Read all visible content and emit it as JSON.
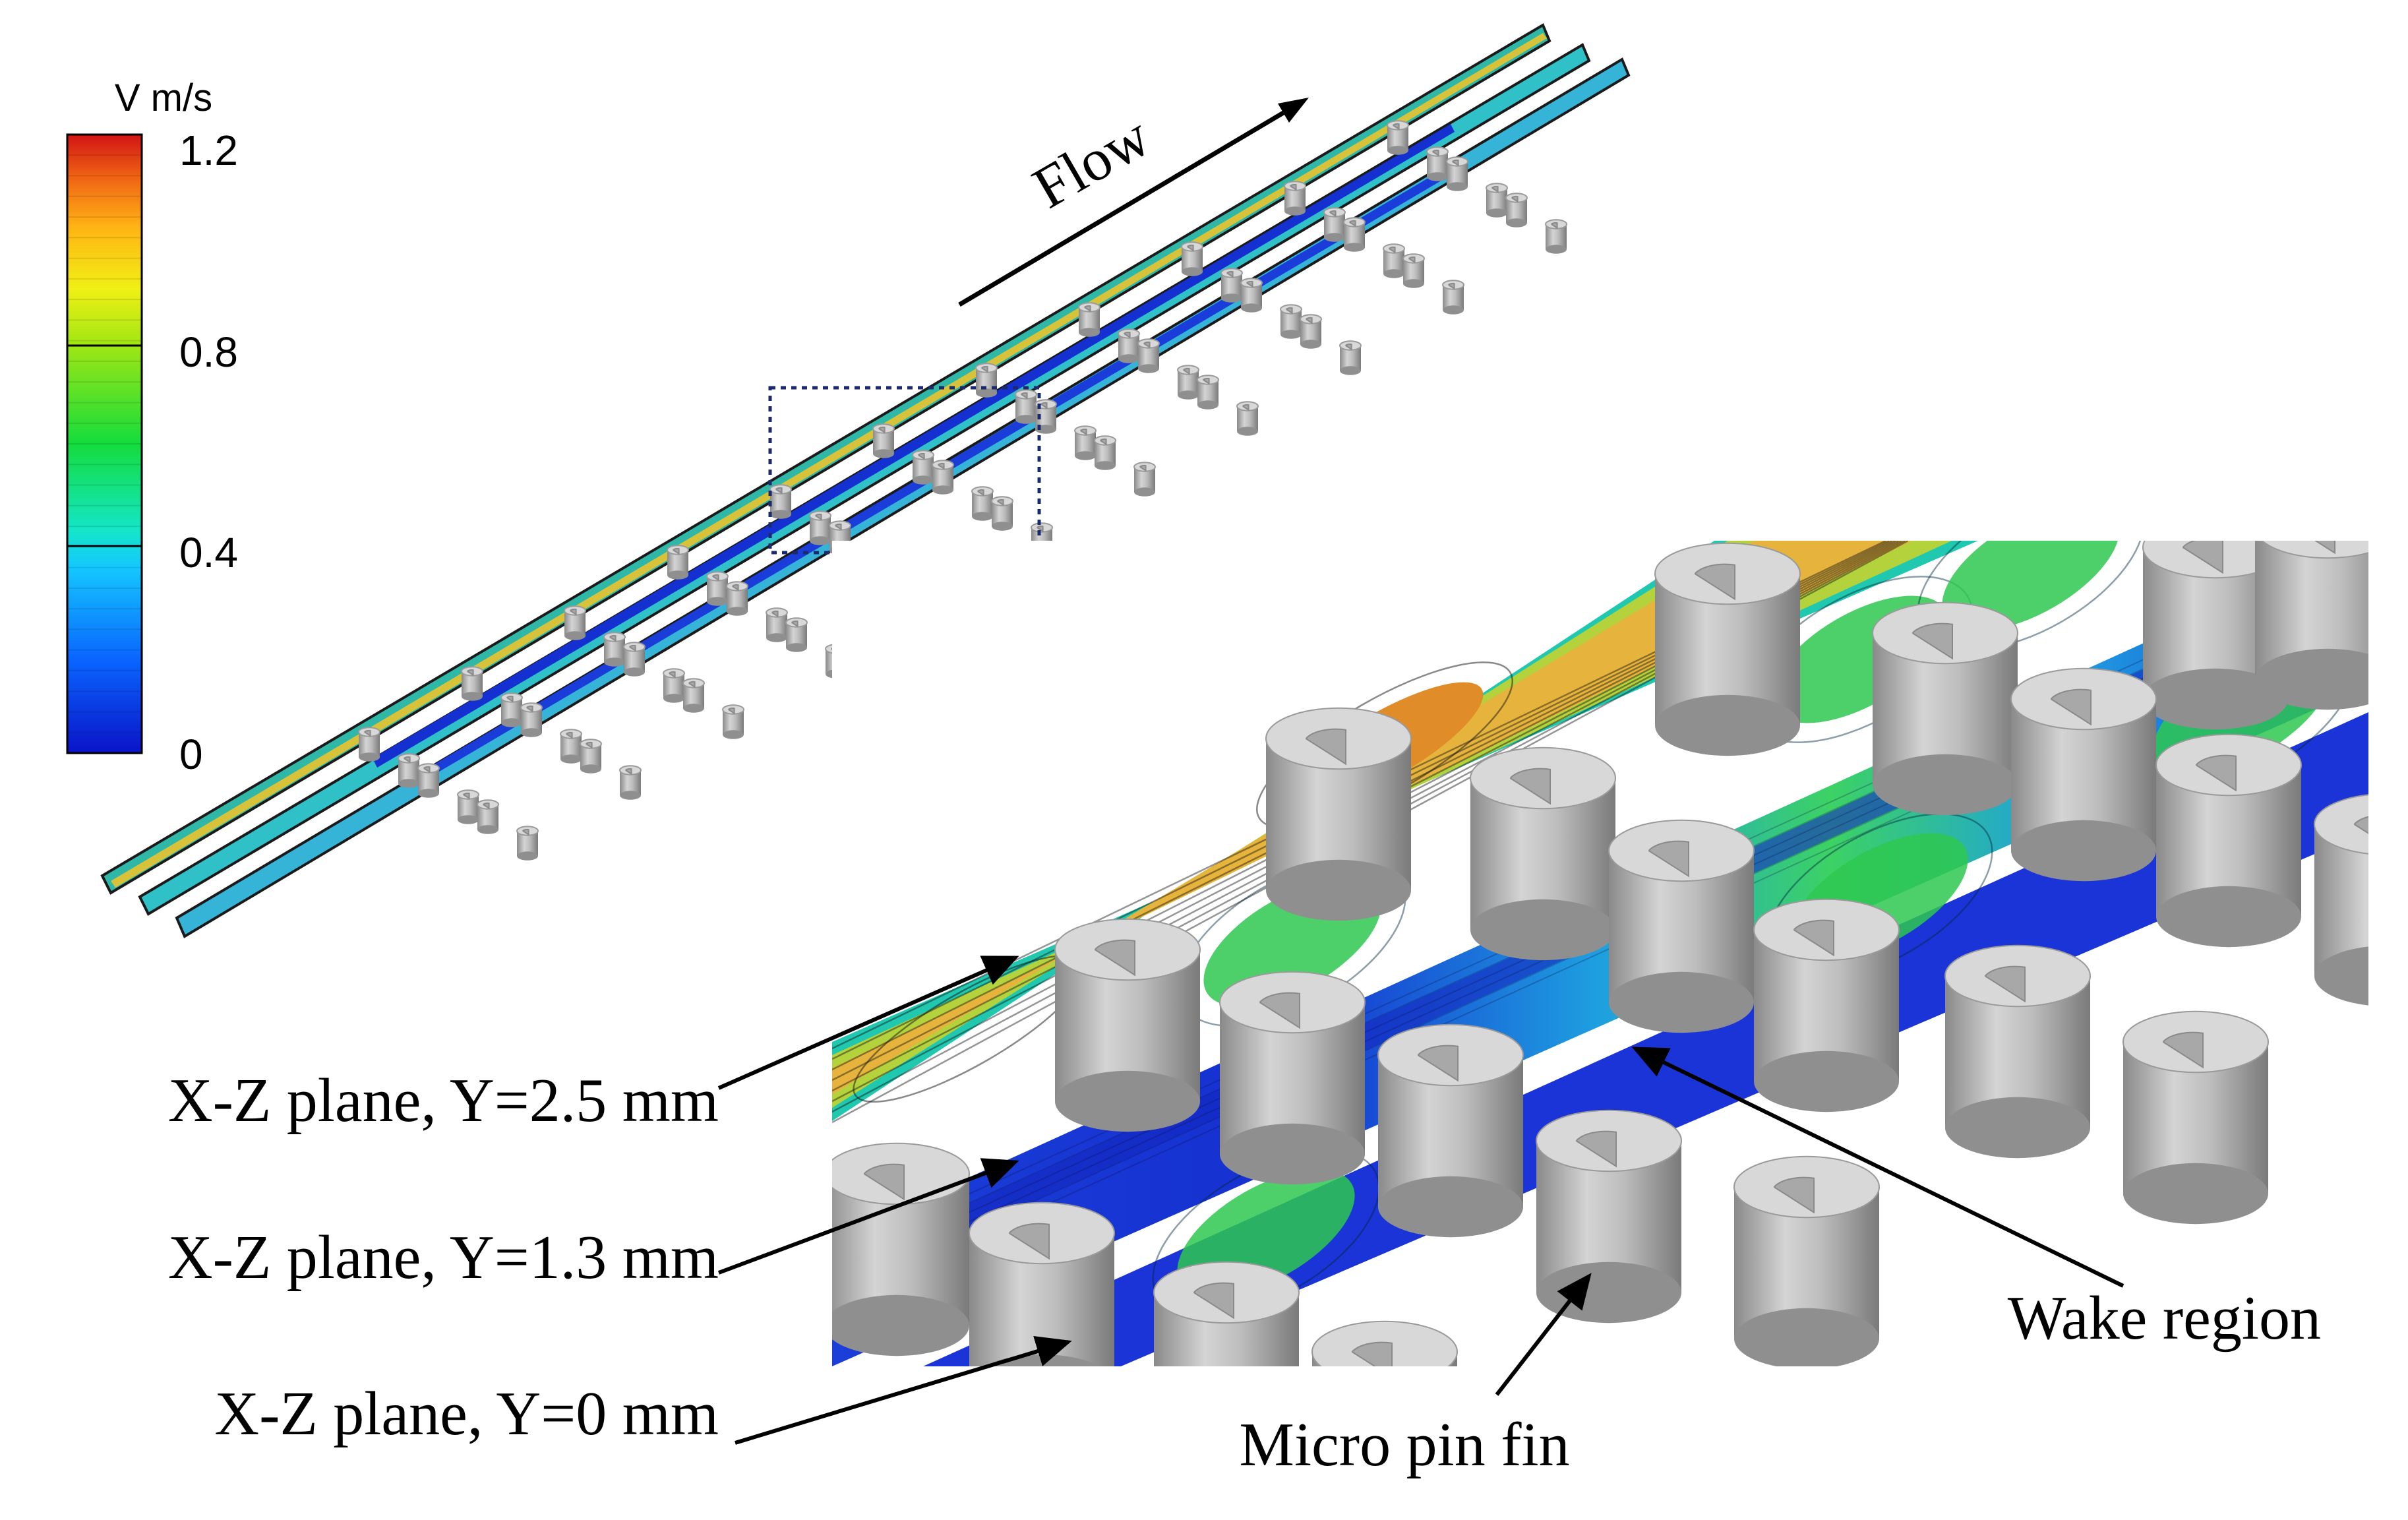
{
  "colorbar": {
    "title": "V m/s",
    "ticks": [
      "1.2",
      "0.8",
      "0.4",
      "0"
    ],
    "colors": [
      "#0a14c8",
      "#0a64ff",
      "#14c8ff",
      "#14e6c8",
      "#14dc3c",
      "#a0e614",
      "#f0f014",
      "#ffb414",
      "#f06414",
      "#d21414"
    ]
  },
  "flow_label": "Flow",
  "labels": {
    "plane_top": "X-Z plane, Y=2.5 mm",
    "plane_mid": "X-Z plane, Y=1.3 mm",
    "plane_bot": "X-Z plane, Y=0 mm",
    "wake": "Wake region",
    "pin_fin": "Micro pin fin"
  }
}
